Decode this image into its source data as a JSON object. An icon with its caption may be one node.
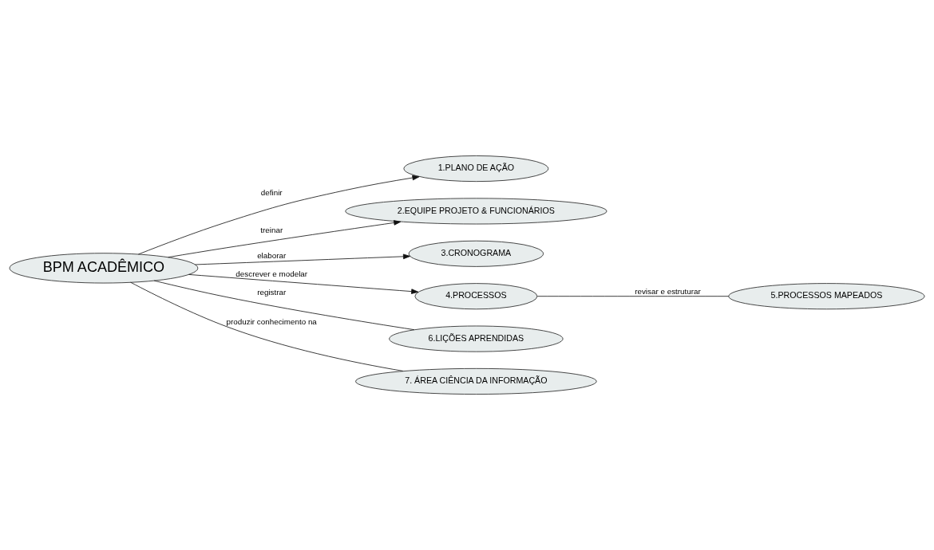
{
  "diagram": {
    "nodes": [
      {
        "text": [
          "BPM ACADÊMICO"
        ]
      },
      {
        "text": [
          "1.PLANO DE AÇÃO"
        ]
      },
      {
        "text": [
          "2.EQUIPE PROJETO & FUNCIONÁRIOS"
        ]
      },
      {
        "text": [
          "3.CRONOGRAMA"
        ]
      },
      {
        "text": [
          "4.PROCESSOS"
        ]
      },
      {
        "text": [
          "5.PROCESSOS MAPEADOS"
        ]
      },
      {
        "text": [
          "6.LIÇÕES APRENDIDAS"
        ]
      },
      {
        "text": [
          "7. ÁREA CIÊNCIA DA INFORMAÇÃO"
        ]
      }
    ],
    "edges": [
      {
        "from": 0,
        "to": 1,
        "arrow": "to",
        "label": "definir"
      },
      {
        "from": 0,
        "to": 2,
        "arrow": "to",
        "label": "treinar"
      },
      {
        "from": 0,
        "to": 3,
        "arrow": "to",
        "label": "elaborar"
      },
      {
        "from": 0,
        "to": 4,
        "arrow": "to",
        "label": "descrever e modelar"
      },
      {
        "from": 4,
        "to": 5,
        "arrow": "none",
        "label": "revisar e estruturar"
      },
      {
        "from": 0,
        "to": 6,
        "arrow": "none",
        "label": "registrar"
      },
      {
        "from": 0,
        "to": 7,
        "arrow": "none",
        "label": "produzir conhecimento na"
      }
    ]
  }
}
